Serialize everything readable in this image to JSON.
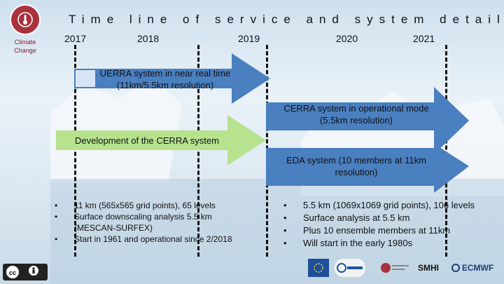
{
  "sidebar": {
    "logo_text_line1": "Climate",
    "logo_text_line2": "Change"
  },
  "header": {
    "title": "Time line of service and system details"
  },
  "years": [
    "2017",
    "2018",
    "2019",
    "2020",
    "2021"
  ],
  "arrows": {
    "uerra": {
      "line1": "UERRA system in near real time",
      "line2": "(11km/5.5km resolution)",
      "color": "#4a7fc0"
    },
    "cerra_op": {
      "line1": "CERRA system in operational mode",
      "line2": "(5.5km resolution)",
      "color": "#4a7fc0"
    },
    "development": {
      "line1": "Development of the CERRA system",
      "color": "#b7e28e"
    },
    "eda": {
      "line1": "EDA system (10 members at 11km",
      "line2": "resolution)",
      "color": "#4a7fc0"
    }
  },
  "bullets_left": [
    {
      "text": "11 km (565x565 grid points), 65 levels",
      "bulleted": true
    },
    {
      "text": "Surface downscaling analysis 5.5 km",
      "bulleted": true
    },
    {
      "text": "(MESCAN-SURFEX)",
      "bulleted": false
    },
    {
      "text": "Start in 1961 and operational since 2/2018",
      "bulleted": true
    }
  ],
  "bullets_right": [
    {
      "text": "5.5 km (1069x1069 grid points), 106 levels"
    },
    {
      "text": "Surface analysis at 5.5 km"
    },
    {
      "text": "Plus 10 ensemble members at 11km"
    },
    {
      "text": "Will start in the early 1980s"
    }
  ],
  "footer": {
    "smhi": "SMHI",
    "ecmwf": "ECMWF"
  }
}
